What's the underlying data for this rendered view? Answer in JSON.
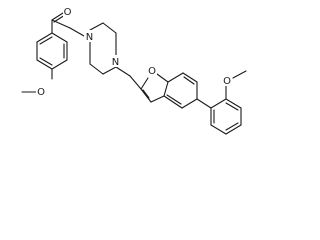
{
  "structure": {
    "atoms": [
      {
        "id": "O_ketone",
        "element": "O",
        "label": "O"
      },
      {
        "id": "O_anisyl",
        "element": "O",
        "label": "O"
      },
      {
        "id": "N1",
        "element": "N",
        "label": "N"
      },
      {
        "id": "N4",
        "element": "N",
        "label": "N"
      },
      {
        "id": "O_furan",
        "element": "O",
        "label": "O"
      },
      {
        "id": "O_methoxyphenyl",
        "element": "O",
        "label": "O"
      }
    ]
  }
}
